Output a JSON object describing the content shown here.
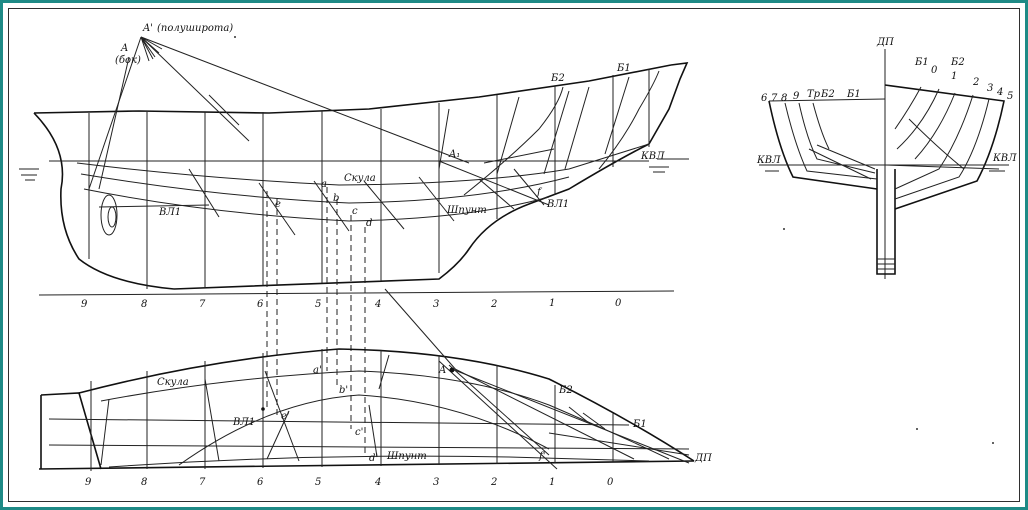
{
  "colors": {
    "frame": "#1e8a86",
    "ink": "#222222"
  },
  "profile": {
    "point_a1": "A'",
    "point_a1_note": "(полуширота)",
    "point_a": "A",
    "point_a_note": "(бок)",
    "label_skula": "Скула",
    "label_shpunt": "Шпунт",
    "label_kvl": "КВЛ",
    "label_val_left": "ВЛ1",
    "label_val_right": "ВЛ1",
    "label_b2": "Б2",
    "label_b1": "Б1",
    "point_A1": "A₁",
    "pt_a": "a",
    "pt_b": "b",
    "pt_c": "c",
    "pt_d": "d",
    "pt_e": "e",
    "pt_f": "f",
    "stations": [
      "9",
      "8",
      "7",
      "6",
      "5",
      "4",
      "3",
      "2",
      "1",
      "0"
    ]
  },
  "body_plan": {
    "label_dp": "ДП",
    "label_kvl_left": "КВЛ",
    "label_kvl_right": "КВЛ",
    "left_labels": [
      "6",
      "7",
      "8",
      "9",
      "Тр",
      "Б2",
      "Б1"
    ],
    "right_labels": [
      "Б1",
      "0",
      "Б2",
      "1",
      "2",
      "3",
      "4",
      "5"
    ]
  },
  "plan": {
    "label_skula": "Скула",
    "label_val": "ВЛ1",
    "label_shpunt": "Шпунт",
    "label_dp": "ДП",
    "label_b2": "Б2",
    "label_b1": "Б1",
    "point_a": "A",
    "pt_a": "a'",
    "pt_b": "b'",
    "pt_c": "c'",
    "pt_d": "d'",
    "pt_e": "e'",
    "pt_f": "f'",
    "stations": [
      "9",
      "8",
      "7",
      "6",
      "5",
      "4",
      "3",
      "2",
      "1",
      "0"
    ]
  }
}
